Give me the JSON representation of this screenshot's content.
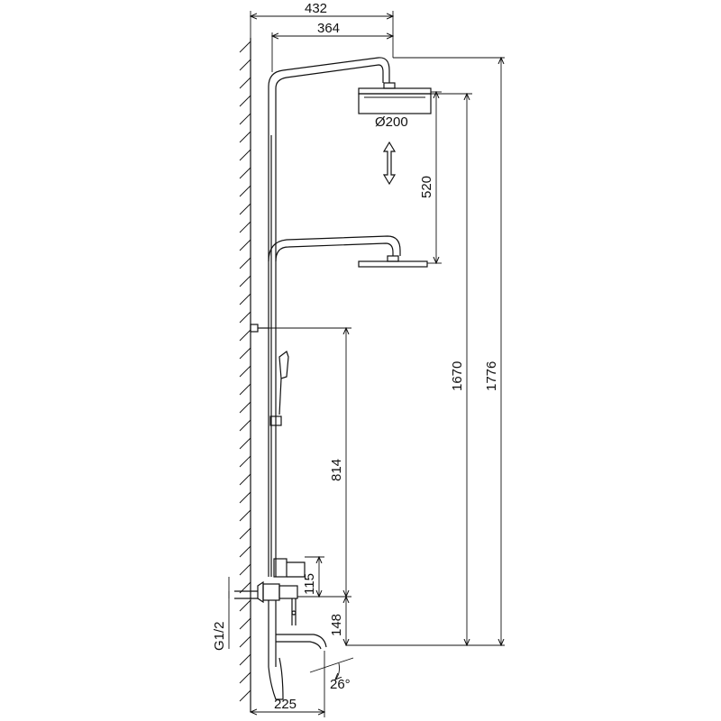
{
  "dimensions": {
    "width_432": "432",
    "width_364": "364",
    "head_diameter": "Ø200",
    "adjust_520": "520",
    "height_1670": "1670",
    "height_1776": "1776",
    "bracket_814": "814",
    "mixer_115": "115",
    "spout_148": "148",
    "wall_225": "225",
    "thread": "G1/2",
    "angle": "26°"
  }
}
